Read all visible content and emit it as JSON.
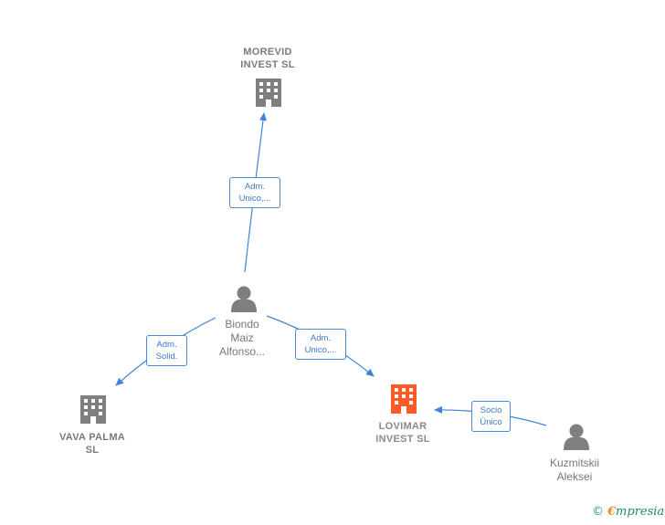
{
  "nodes": {
    "morevid": {
      "label": "MOREVID\nINVEST SL",
      "type": "company",
      "color": "#7f7f7f"
    },
    "vava": {
      "label": "VAVA PALMA\nSL",
      "type": "company",
      "color": "#7f7f7f"
    },
    "lovimar": {
      "label": "LOVIMAR\nINVEST SL",
      "type": "company",
      "color": "#ff5a28"
    },
    "biondo": {
      "label": "Biondo\nMaiz\nAlfonso...",
      "type": "person",
      "color": "#7f7f7f"
    },
    "kuzmitskii": {
      "label": "Kuzmitskii\nAleksei",
      "type": "person",
      "color": "#7f7f7f"
    }
  },
  "edges": {
    "biondo_morevid": {
      "label": "Adm.\nUnico,..."
    },
    "biondo_vava": {
      "label": "Adm.\nSolid."
    },
    "biondo_lovimar": {
      "label": "Adm.\nUnico,..."
    },
    "kuzmitskii_lovimar": {
      "label": "Socio\nÚnico"
    }
  },
  "colors": {
    "edge": "#3f83d6",
    "company": "#7f7f7f",
    "focus": "#ff5a28",
    "person": "#7f7f7f"
  },
  "brand": {
    "copyright": "©",
    "initial": "€",
    "name": "mpresia"
  }
}
